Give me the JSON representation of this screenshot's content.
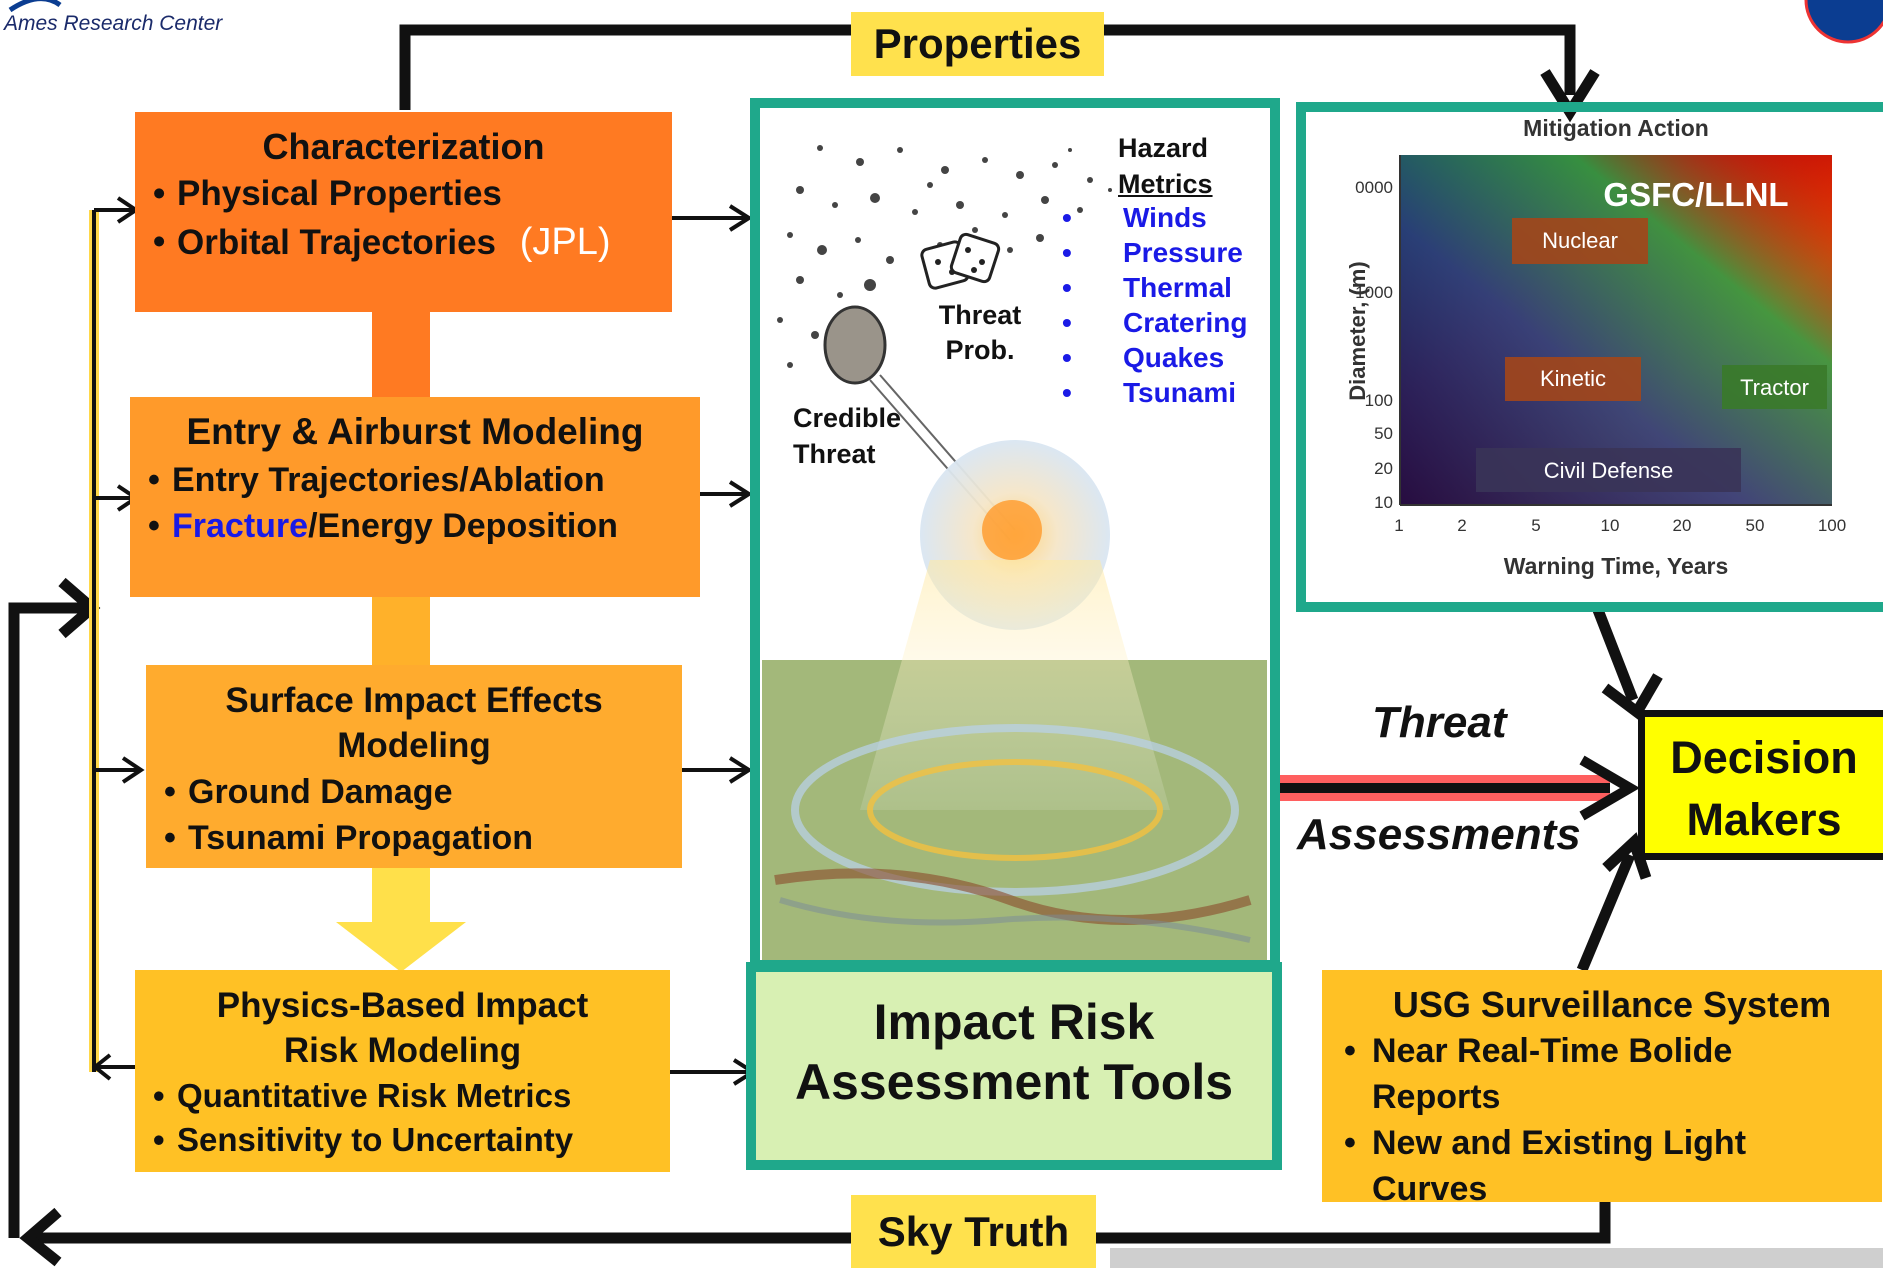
{
  "header": {
    "org": "Ames Research Center",
    "top_label": "Properties",
    "bottom_label": "Sky Truth"
  },
  "boxes": {
    "characterization": {
      "title": "Characterization",
      "items": [
        "Physical Properties",
        "Orbital Trajectories"
      ],
      "suffix": "(JPL)"
    },
    "entry": {
      "title": "Entry & Airburst Modeling",
      "item1": "Entry Trajectories/Ablation",
      "item2_highlight": "Fracture",
      "item2_rest": "/Energy Deposition"
    },
    "surface": {
      "title_line1": "Surface Impact Effects",
      "title_line2": "Modeling",
      "items": [
        "Ground Damage",
        "Tsunami Propagation"
      ]
    },
    "physics": {
      "title_line1": "Physics-Based Impact",
      "title_line2": "Risk Modeling",
      "items": [
        "Quantitative Risk Metrics",
        "Sensitivity to Uncertainty"
      ]
    },
    "usg": {
      "title": "USG Surveillance System",
      "item1_line1": "Near Real-Time  Bolide",
      "item1_line2": "Reports",
      "item2_line1": "New and Existing Light",
      "item2_line2": "Curves"
    }
  },
  "center": {
    "hazard_title_line1": "Hazard",
    "hazard_title_line2": "Metrics",
    "metrics": [
      "Winds",
      "Pressure",
      "Thermal",
      "Cratering",
      "Quakes",
      "Tsunami"
    ],
    "threat_prob_line1": "Threat",
    "threat_prob_line2": "Prob.",
    "credible_line1": "Credible",
    "credible_line2": "Threat",
    "tools_line1": "Impact Risk",
    "tools_line2": "Assessment Tools"
  },
  "mitigation_chart": {
    "title": "Mitigation Action",
    "overlay_label": "GSFC/LLNL",
    "ylabel": "Diameter, (m)",
    "xlabel": "Warning Time, Years",
    "yticks": [
      "0000",
      "1000",
      "100",
      "50",
      "20",
      "10"
    ],
    "xticks": [
      "1",
      "2",
      "5",
      "10",
      "20",
      "50",
      "100"
    ],
    "regions": [
      "Nuclear",
      "Kinetic",
      "Tractor",
      "Civil Defense"
    ]
  },
  "flow": {
    "threat_line1": "Threat",
    "threat_line2": "Assessments",
    "decision_line1": "Decision",
    "decision_line2": "Makers"
  },
  "colors": {
    "orange_dark": "#ff7a22",
    "orange_mid": "#ff9a2a",
    "orange_light": "#ffab2e",
    "yellow_box": "#ffc125",
    "teal_border": "#1fa88b",
    "tools_fill": "#d8f0b3",
    "decision_fill": "#ffff00",
    "metric_blue": "#1a1ae6"
  }
}
